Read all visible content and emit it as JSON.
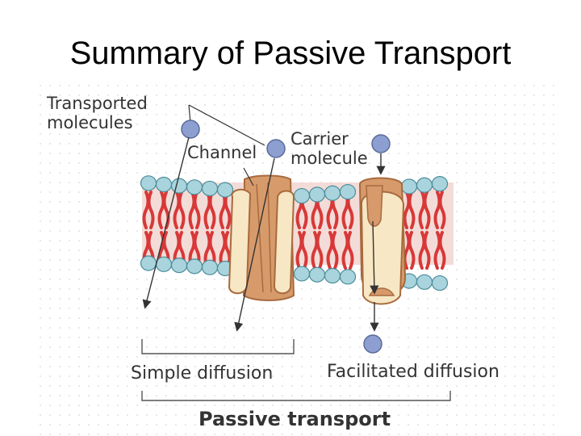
{
  "slide": {
    "title": "Summary of Passive Transport"
  },
  "diagram": {
    "labels": {
      "transported_molecules": "Transported\nmolecules",
      "channel": "Channel",
      "carrier_molecule": "Carrier\nmolecule",
      "simple_diffusion": "Simple diffusion",
      "facilitated_diffusion": "Facilitated diffusion",
      "passive_transport": "Passive transport"
    },
    "colors": {
      "phospholipid_head": "#a9d4dd",
      "phospholipid_tail": "#d83838",
      "channel_protein": "#d79a6b",
      "protein_interior": "#f7e7c4",
      "transported_molecule": "#8c9fd0",
      "label_text": "#333333"
    }
  }
}
